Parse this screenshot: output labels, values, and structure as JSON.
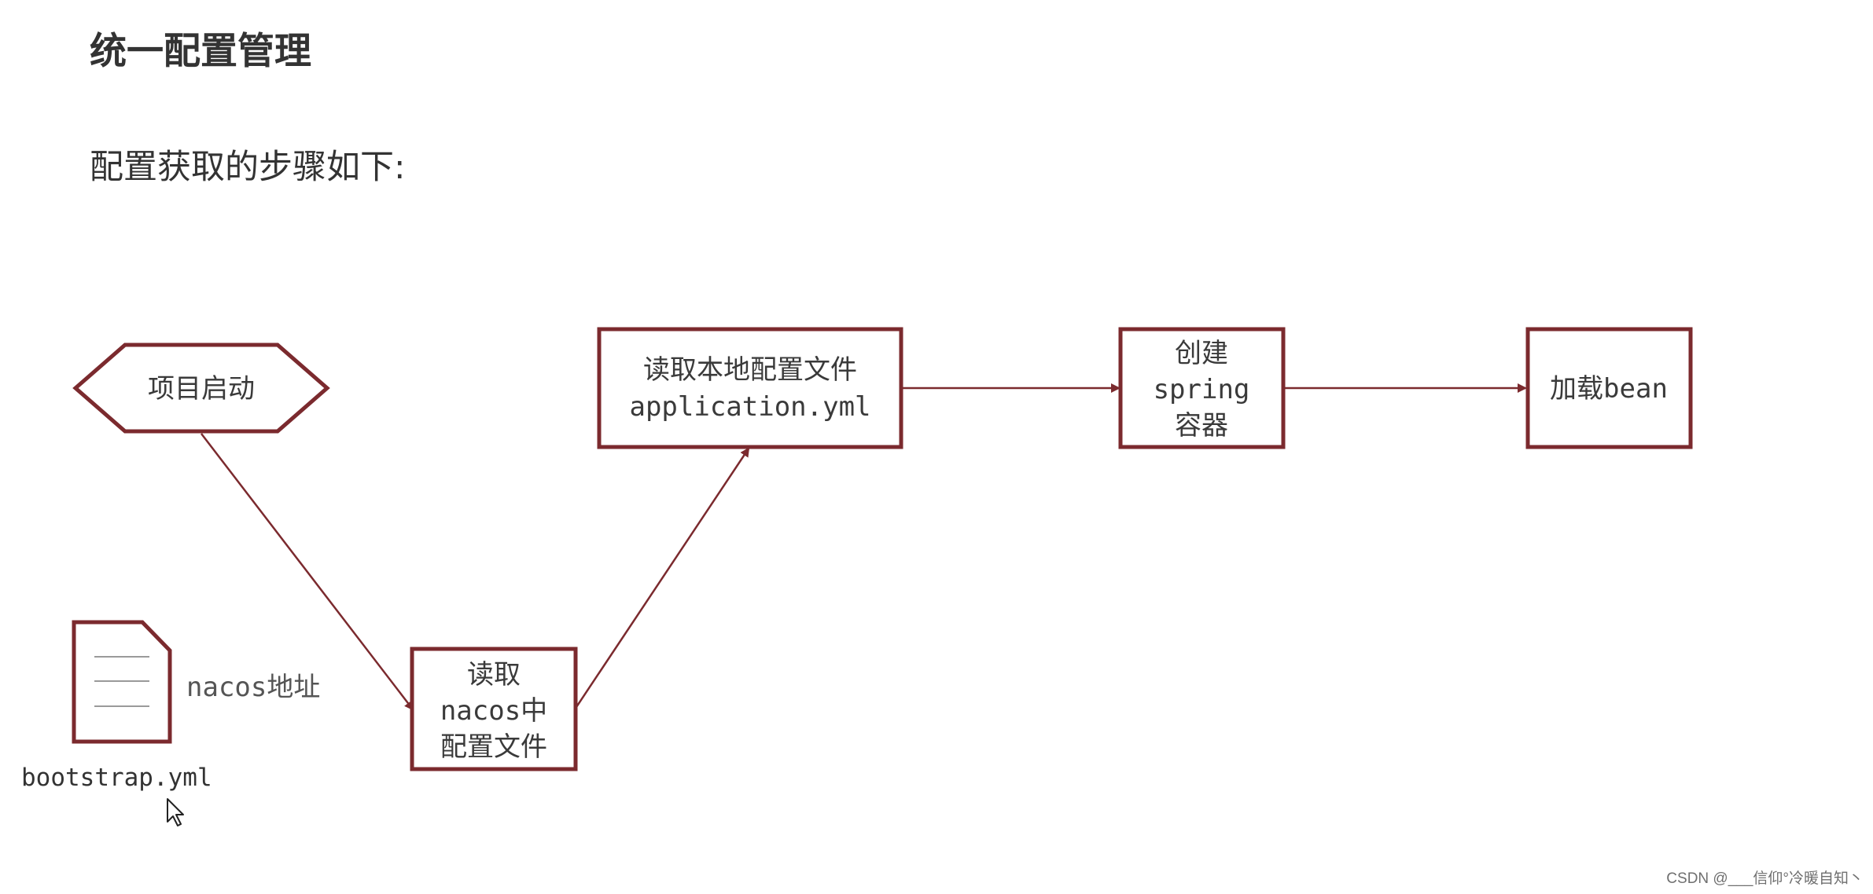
{
  "page": {
    "title": "统一配置管理",
    "subtitle": "配置获取的步骤如下:"
  },
  "diagram": {
    "nodes": {
      "start": {
        "lines": [
          "项目启动"
        ]
      },
      "read_nacos": {
        "lines": [
          "读取",
          "nacos中",
          "配置文件"
        ]
      },
      "read_local": {
        "lines": [
          "读取本地配置文件",
          "application.yml"
        ]
      },
      "create_container": {
        "lines": [
          "创建",
          "spring",
          "容器"
        ]
      },
      "load_bean": {
        "lines": [
          "加载bean"
        ]
      }
    },
    "file": {
      "label": "nacos地址",
      "filename": "bootstrap.yml"
    }
  },
  "colors": {
    "stroke": "#7b2a2e",
    "file_lines": "#9a9a9a",
    "text": "#333333"
  },
  "watermark": "CSDN @___信仰°冷暖自知丶"
}
